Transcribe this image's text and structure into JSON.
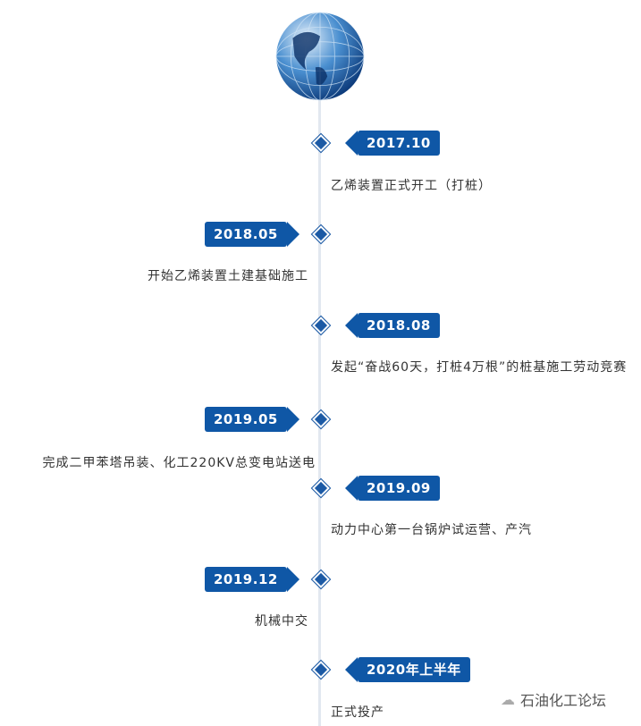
{
  "events": [
    {
      "date": "2017.10",
      "text": "乙烯装置正式开工（打桩）"
    },
    {
      "date": "2018.05",
      "text": "开始乙烯装置土建基础施工"
    },
    {
      "date": "2018.08",
      "text": "发起“奋战60天，打桩4万根”的桩基施工劳动竞赛"
    },
    {
      "date": "2019.05",
      "text": "完成二甲苯塔吊装、化工220KV总变电站送电"
    },
    {
      "date": "2019.09",
      "text": "动力中心第一台锅炉试运营、产汽"
    },
    {
      "date": "2019.12",
      "text": "机械中交"
    },
    {
      "date": "2020年上半年",
      "text": "正式投产"
    }
  ],
  "watermark": "石油化工论坛"
}
